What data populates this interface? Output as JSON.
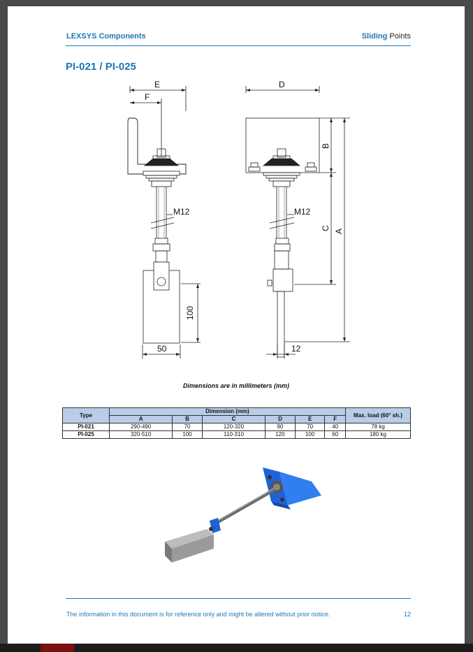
{
  "header": {
    "left": "LEXSYS Components",
    "right_accent": "Sliding",
    "right_rest": " Points"
  },
  "product_title": "PI-021 / PI-025",
  "drawing": {
    "labels": {
      "E": "E",
      "F": "F",
      "D": "D",
      "B": "B",
      "C": "C",
      "A": "A",
      "m12_left": "M12",
      "m12_right": "M12",
      "dim_100": "100",
      "dim_50": "50",
      "dim_12": "12"
    }
  },
  "dimensions_note": "Dimensions are in millimeters (mm)",
  "table": {
    "type_header": "Type",
    "dimension_header": "Dimension (mm)",
    "load_header": "Max. load (60° sh.)",
    "columns": [
      "A",
      "B",
      "C",
      "D",
      "E",
      "F"
    ],
    "rows": [
      {
        "type": "PI-021",
        "values": [
          "290-490",
          "70",
          "120-320",
          "90",
          "70",
          "40"
        ],
        "load": "78 kg"
      },
      {
        "type": "PI-025",
        "values": [
          "320-510",
          "100",
          "110-310",
          "120",
          "100",
          "60"
        ],
        "load": "180 kg"
      }
    ]
  },
  "footer": {
    "text": "The information in this document is for reference only and might be altered without prior notice.",
    "page_number": "12"
  },
  "colors": {
    "accent": "#1f77b4",
    "table_header": "#b7cde8",
    "bracket_blue": "#1e63d6"
  }
}
